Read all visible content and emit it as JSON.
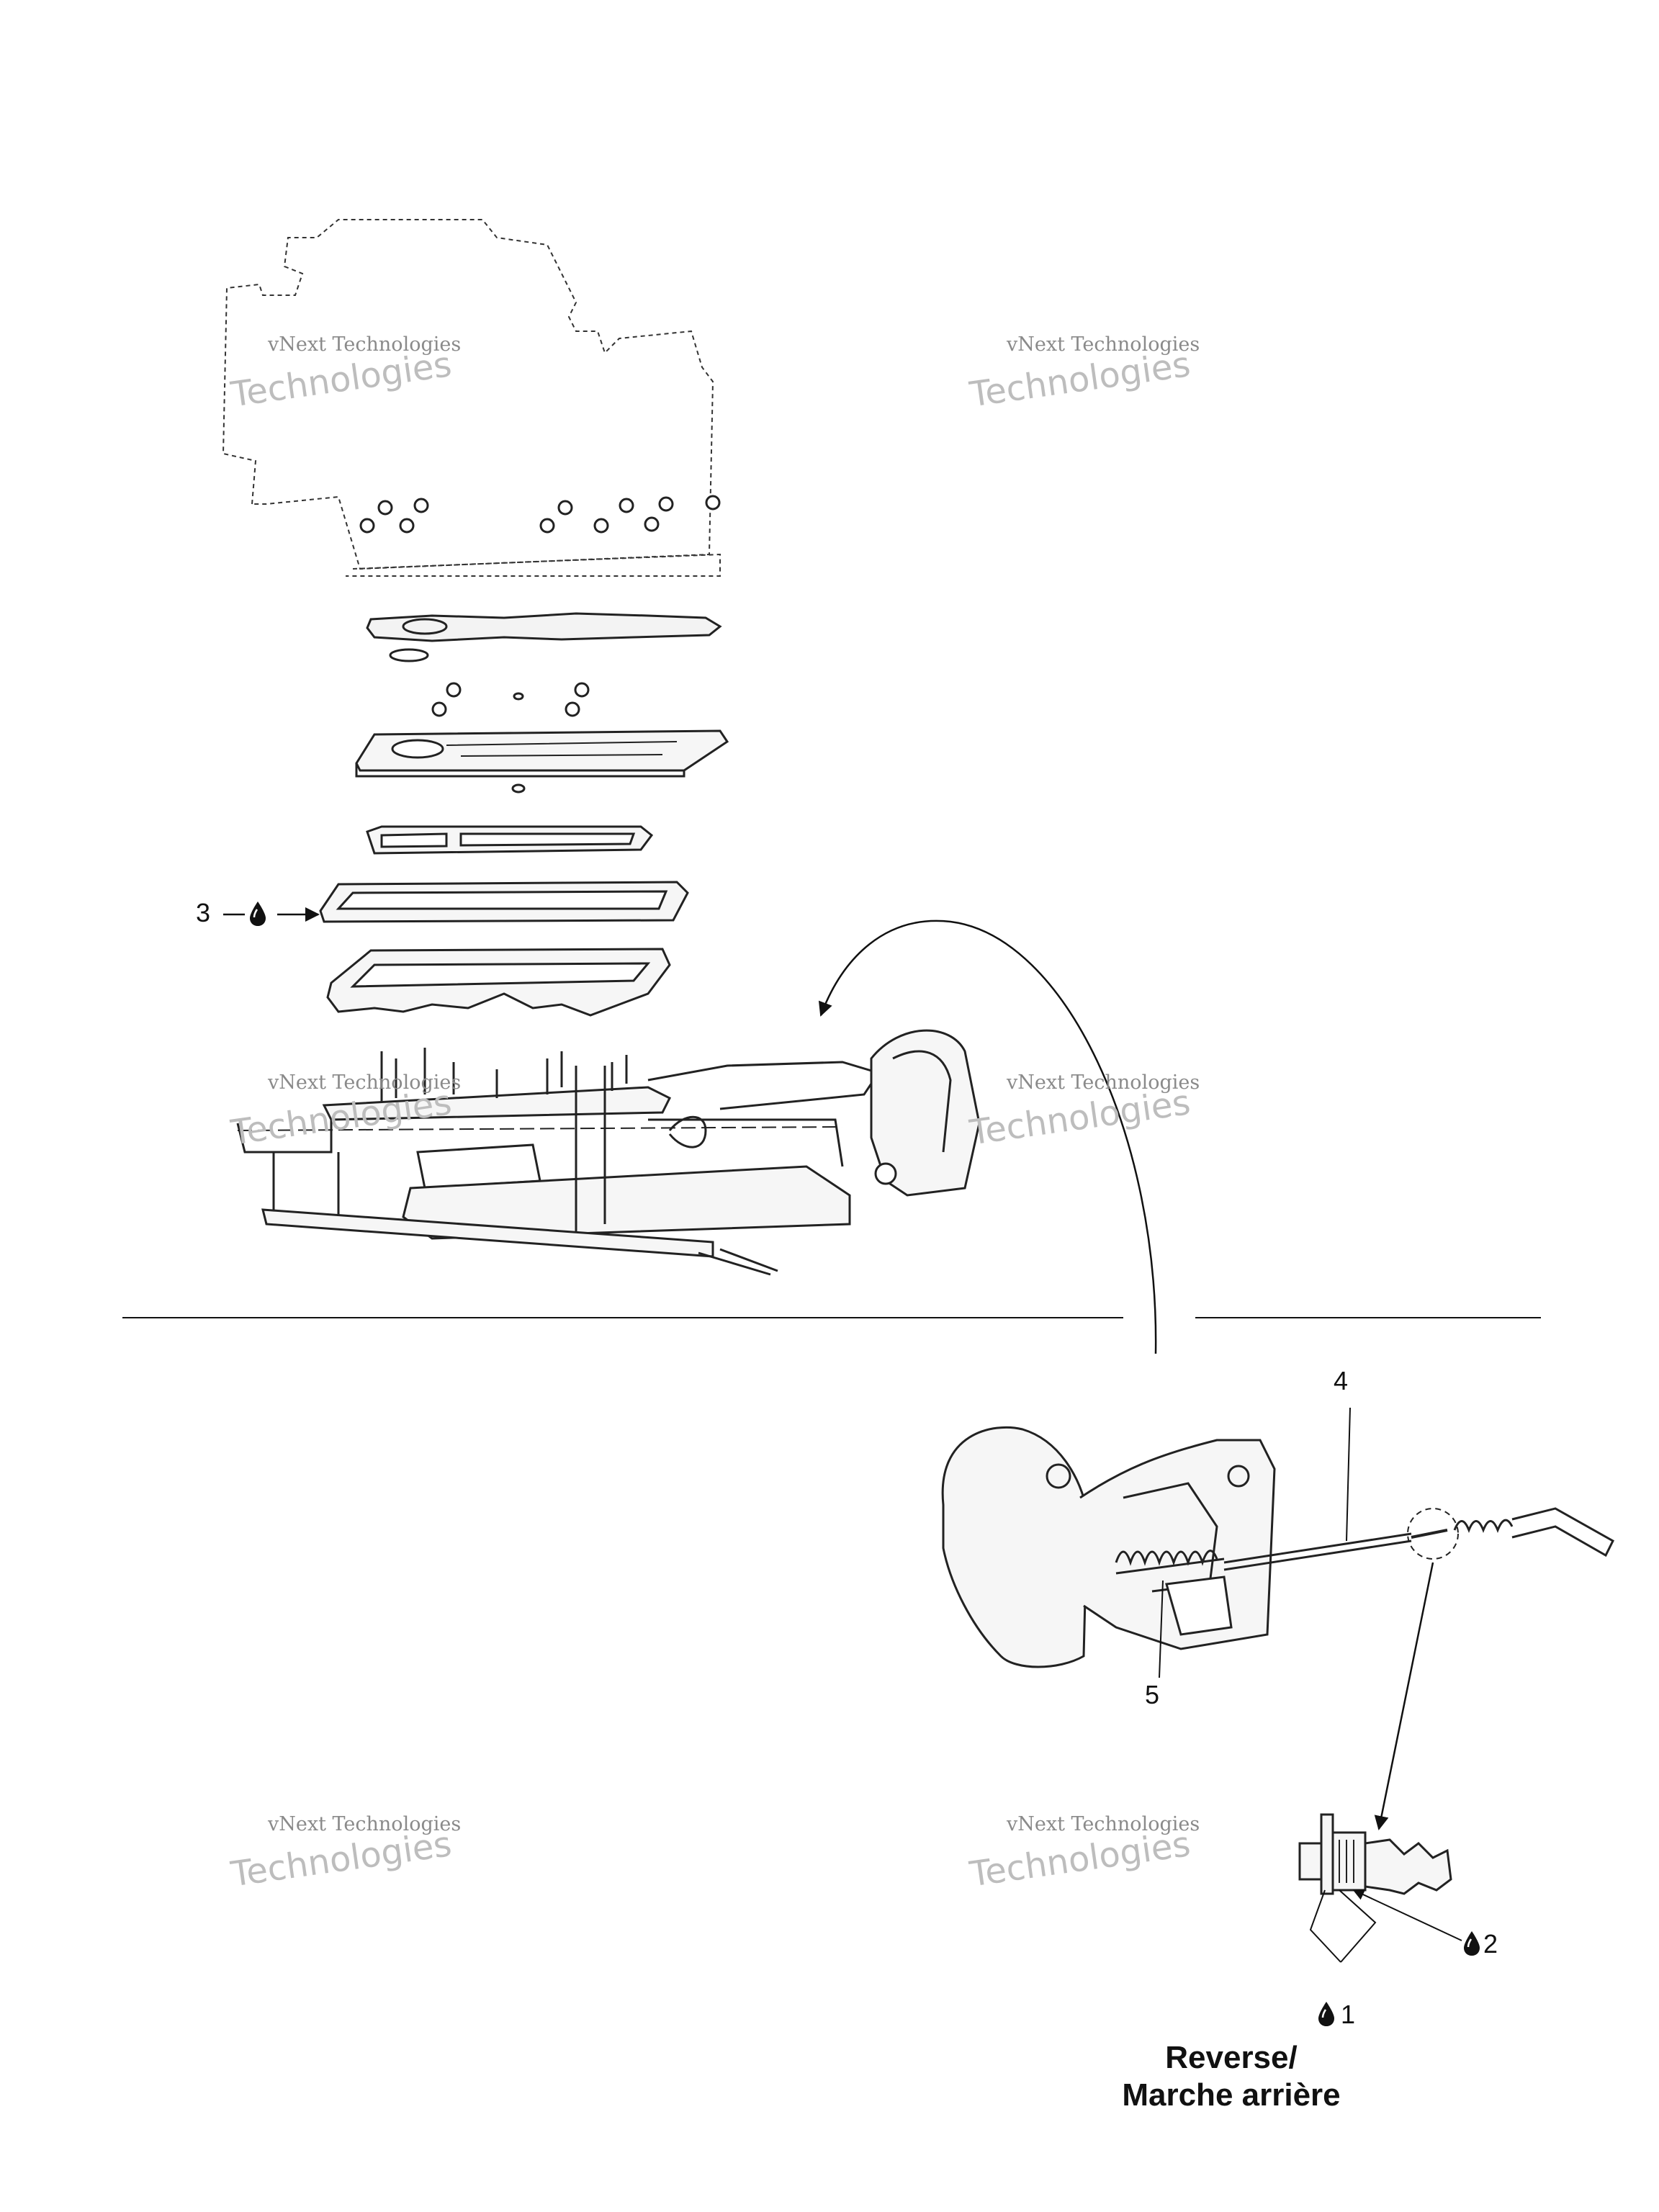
{
  "callouts": {
    "c1": "1",
    "c2": "2",
    "c3": "3",
    "c4": "4",
    "c5": "5"
  },
  "caption": {
    "line1": "Reverse/",
    "line2": "Marche arrière"
  },
  "watermark": {
    "line_small": "vNext Technologies",
    "line_big": "Technologies",
    "line_top": "vNext"
  },
  "icons": {
    "lubricant": "oil-drop-icon"
  },
  "colors": {
    "ink": "#111111",
    "watermark": "#8a8a8a"
  }
}
